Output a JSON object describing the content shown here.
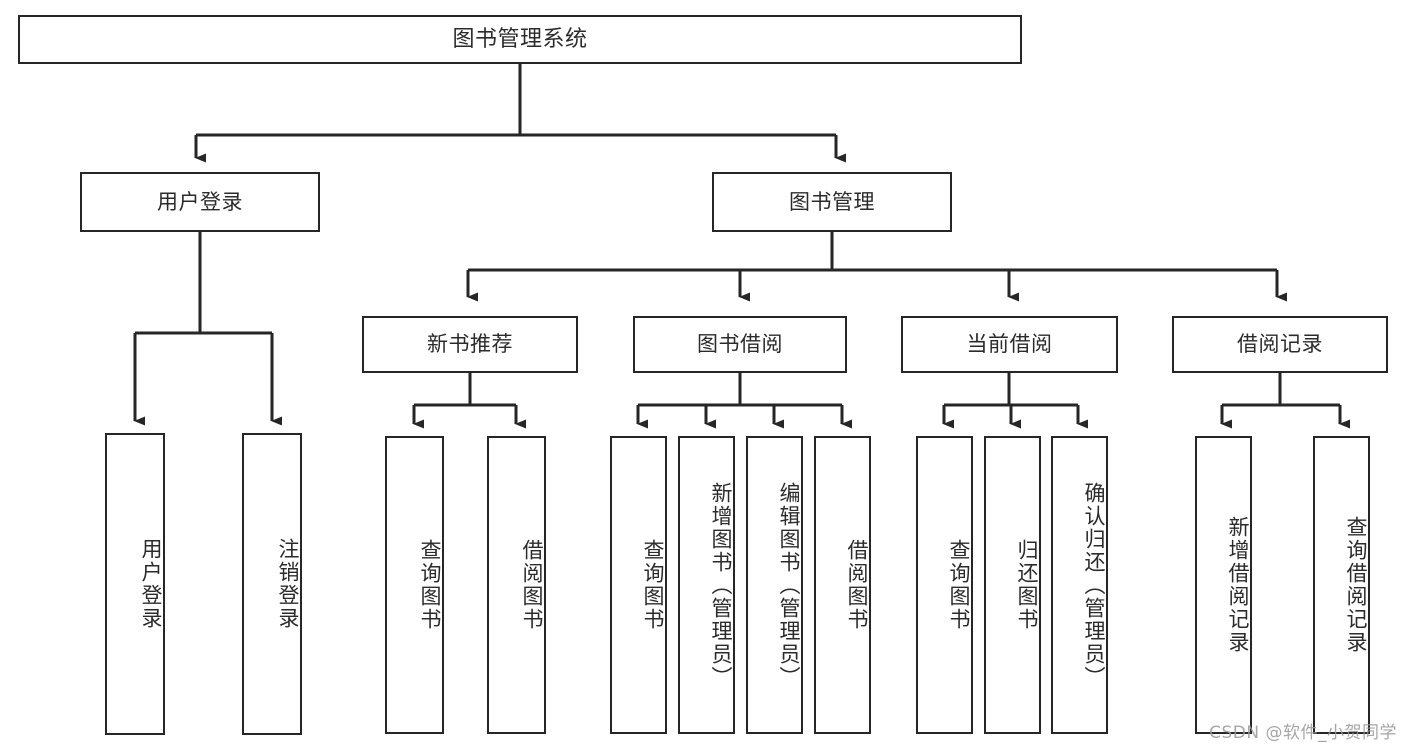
{
  "diagram": {
    "title": "图书管理系统",
    "type": "tree",
    "watermark": "CSDN @软件_小贺同学",
    "line_color": "#262626",
    "box_fill": "#ffffff",
    "text_color": "#2b2b2b",
    "nodes": {
      "root": {
        "label": "图书管理系统"
      },
      "level1": [
        {
          "label": "用户登录"
        },
        {
          "label": "图书管理"
        }
      ],
      "level2": [
        {
          "label": "新书推荐"
        },
        {
          "label": "图书借阅"
        },
        {
          "label": "当前借阅"
        },
        {
          "label": "借阅记录"
        }
      ],
      "leaves": {
        "user_login": [
          {
            "label": "用户登录"
          },
          {
            "label": "注销登录"
          }
        ],
        "new_book_recommend": [
          {
            "label": "查询图书"
          },
          {
            "label": "借阅图书"
          }
        ],
        "book_borrow": [
          {
            "label": "查询图书"
          },
          {
            "label": "新增图书（管理员）"
          },
          {
            "label": "编辑图书（管理员）"
          },
          {
            "label": "借阅图书"
          }
        ],
        "current_borrow": [
          {
            "label": "查询图书"
          },
          {
            "label": "归还图书"
          },
          {
            "label": "确认归还（管理员）"
          }
        ],
        "borrow_record": [
          {
            "label": "新增借阅记录"
          },
          {
            "label": "查询借阅记录"
          }
        ]
      }
    }
  }
}
